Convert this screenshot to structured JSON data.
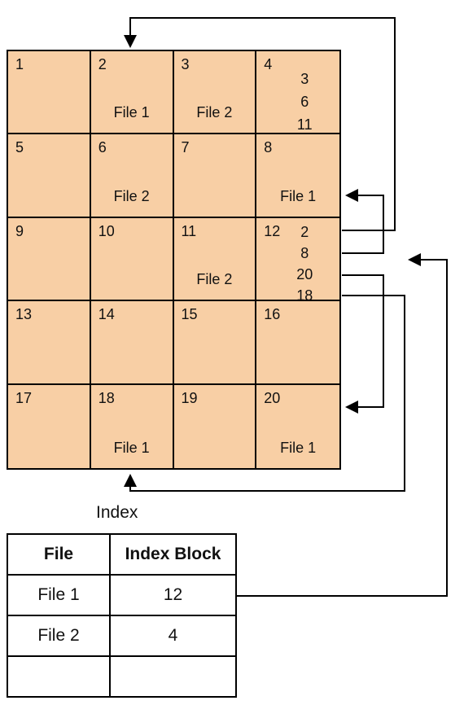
{
  "blocks": [
    {
      "n": "1",
      "file": "",
      "pointers": []
    },
    {
      "n": "2",
      "file": "File 1",
      "pointers": []
    },
    {
      "n": "3",
      "file": "File 2",
      "pointers": []
    },
    {
      "n": "4",
      "file": "",
      "pointers": [
        "3",
        "6",
        "11"
      ]
    },
    {
      "n": "5",
      "file": "",
      "pointers": []
    },
    {
      "n": "6",
      "file": "File 2",
      "pointers": []
    },
    {
      "n": "7",
      "file": "",
      "pointers": []
    },
    {
      "n": "8",
      "file": "File 1",
      "pointers": []
    },
    {
      "n": "9",
      "file": "",
      "pointers": []
    },
    {
      "n": "10",
      "file": "",
      "pointers": []
    },
    {
      "n": "11",
      "file": "File 2",
      "pointers": []
    },
    {
      "n": "12",
      "file": "",
      "pointers": [
        "2",
        "8",
        "20",
        "18"
      ]
    },
    {
      "n": "13",
      "file": "",
      "pointers": []
    },
    {
      "n": "14",
      "file": "",
      "pointers": []
    },
    {
      "n": "15",
      "file": "",
      "pointers": []
    },
    {
      "n": "16",
      "file": "",
      "pointers": []
    },
    {
      "n": "17",
      "file": "",
      "pointers": []
    },
    {
      "n": "18",
      "file": "File 1",
      "pointers": []
    },
    {
      "n": "19",
      "file": "",
      "pointers": []
    },
    {
      "n": "20",
      "file": "File 1",
      "pointers": []
    }
  ],
  "index_caption": "Index",
  "table": {
    "headers": [
      "File",
      "Index Block"
    ],
    "rows": [
      [
        "File 1",
        "12"
      ],
      [
        "File 2",
        "4"
      ],
      [
        "",
        ""
      ]
    ]
  }
}
